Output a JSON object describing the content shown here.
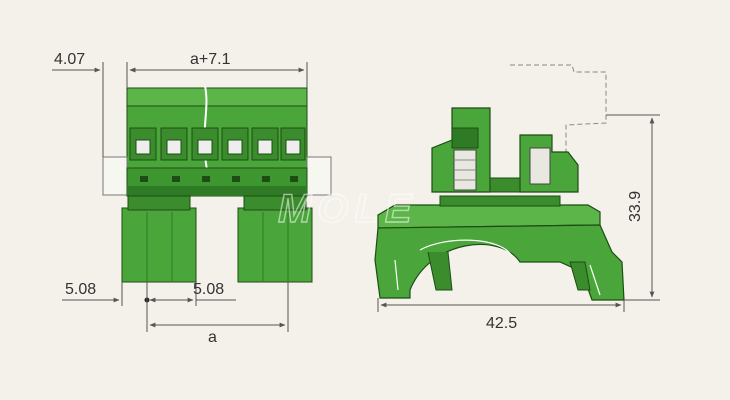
{
  "dimensions": {
    "side_margin": "4.07",
    "top_width": "a+7.1",
    "pitch_left": "5.08",
    "pitch_right": "5.08",
    "base_width": "a",
    "height": "33.9",
    "depth": "42.5"
  },
  "watermark": "MOLE",
  "colors": {
    "background": "#f4f1ea",
    "body": "#4aa63a",
    "body_dark": "#2f7a24",
    "body_light": "#6cc257",
    "outline": "#1d4d14",
    "dim_line": "#555555"
  }
}
